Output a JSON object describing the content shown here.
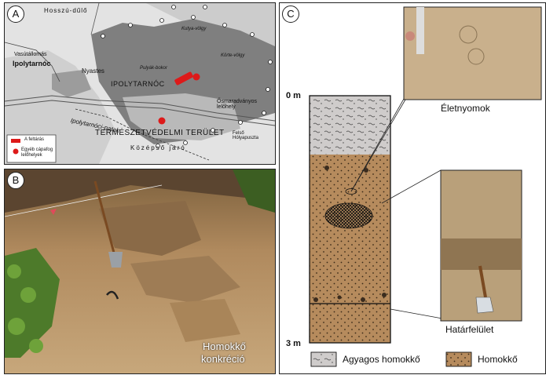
{
  "panel_a": {
    "label": "A",
    "places": {
      "hosszu_dulo": "Hosszú-dűlő",
      "vasutallomas": "Vasútállomás",
      "ipolytarnoc_town": "Ipolytarnóc",
      "ipolytarnoc_park": "IPOLYTARNÓC",
      "nyastes": "Nyastes",
      "pulyak_bokor": "Pulyák-bokor",
      "kutya_volgy": "Kutya-völgy",
      "korte_volgy": "Körte-völgy",
      "termeszetvedelmi_terulet": "TERMÉSZETVÉDELMI TERÜLET",
      "kozepso_jaro": "Középső járó",
      "osmaradvanyos": "Ősmaradványos lelőhely",
      "ipolytarnoci_patak": "Ipolytarnóci-patak",
      "felso_holyapuszta": "Felső Hólyapuszta"
    },
    "legend": {
      "feltaras": "A feltárás",
      "capafog": "Egyéb cápafog lelőhelyek"
    },
    "colors": {
      "dark": "#828282",
      "mid": "#b4b4b4",
      "light": "#e2e2e2",
      "red": "#dd1a1a"
    }
  },
  "panel_b": {
    "label": "B",
    "caption_line1": "Homokkő",
    "caption_line2": "konkréció"
  },
  "panel_c": {
    "label": "C",
    "depth_top": "0 m",
    "depth_bottom": "3 m",
    "photo_top_label": "Életnyomok",
    "photo_bottom_label": "Határfelület",
    "legend": [
      {
        "label": "Agyagos homokkő",
        "color": "#cfcccb"
      },
      {
        "label": "Homokkő",
        "color": "#b68b5d"
      }
    ]
  }
}
